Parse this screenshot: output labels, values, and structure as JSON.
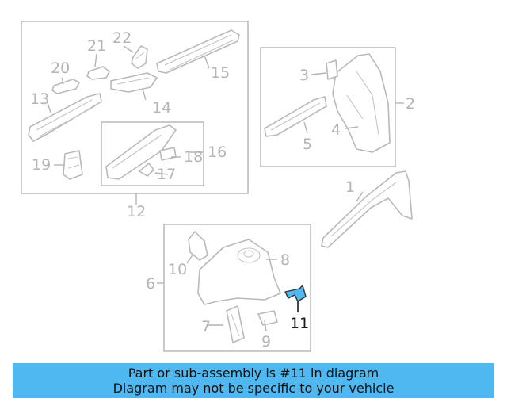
{
  "diagram": {
    "callouts": [
      "1",
      "2",
      "3",
      "4",
      "5",
      "6",
      "7",
      "8",
      "9",
      "10",
      "11",
      "12",
      "13",
      "14",
      "15",
      "16",
      "17",
      "18",
      "19",
      "20",
      "21",
      "22"
    ],
    "highlighted_part": "11",
    "colors": {
      "highlight": "#4fb8f0",
      "linework": "#b9b9b9",
      "highlight_text": "#1a1a1a"
    }
  },
  "banner": {
    "line1": "Part or sub-assembly is #11 in diagram",
    "line2": "Diagram may not be specific to your vehicle",
    "background": "#4fb8f0"
  }
}
